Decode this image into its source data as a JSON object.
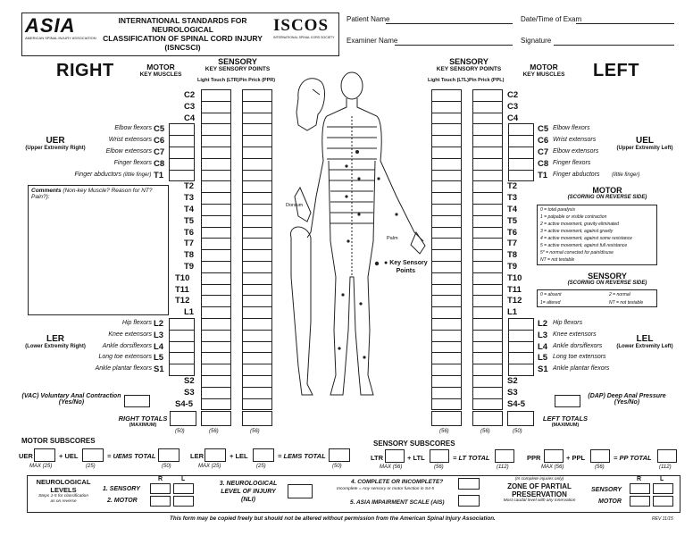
{
  "header": {
    "org1": "ASIA",
    "org1_sub": "AMERICAN SPINAL INJURY ASSOCIATION",
    "title_line1": "INTERNATIONAL STANDARDS FOR NEUROLOGICAL",
    "title_line2": "CLASSIFICATION OF SPINAL CORD INJURY",
    "title_line3": "(ISNCSCI)",
    "org2": "ISCOS",
    "org2_sub": "INTERNATIONAL SPINAL CORD SOCIETY",
    "patient_name": "Patient Name",
    "date_time": "Date/Time of Exam",
    "examiner_name": "Examiner Name",
    "signature": "Signature"
  },
  "right": {
    "title": "RIGHT",
    "motor": "MOTOR",
    "key_muscles": "KEY MUSCLES",
    "sensory": "SENSORY",
    "key_sensory_points": "KEY SENSORY POINTS",
    "lt": "Light Touch (LTR)",
    "pp": "Pin Prick (PPR)",
    "uer": "UER",
    "uer_sub": "(Upper Extremity Right)",
    "ler": "LER",
    "ler_sub": "(Lower Extremity Right)"
  },
  "left": {
    "title": "LEFT",
    "motor": "MOTOR",
    "key_muscles": "KEY MUSCLES",
    "sensory": "SENSORY",
    "key_sensory_points": "KEY SENSORY POINTS",
    "lt": "Light Touch (LTL)",
    "pp": "Pin Prick (PPL)",
    "uel": "UEL",
    "uel_sub": "(Upper Extremity Left)",
    "lel": "LEL",
    "lel_sub": "(Lower Extremity Left)"
  },
  "segments": [
    "C2",
    "C3",
    "C4",
    "C5",
    "C6",
    "C7",
    "C8",
    "T1",
    "T2",
    "T3",
    "T4",
    "T5",
    "T6",
    "T7",
    "T8",
    "T9",
    "T10",
    "T11",
    "T12",
    "L1",
    "L2",
    "L3",
    "L4",
    "L5",
    "S1",
    "S2",
    "S3",
    "S4-5"
  ],
  "muscles": {
    "C5": "Elbow flexors",
    "C6": "Wrist extensors",
    "C7": "Elbow extensors",
    "C8": "Finger flexors",
    "T1": "Finger abductors",
    "T1_note": "(little finger)",
    "L2": "Hip flexors",
    "L3": "Knee extensors",
    "L4": "Ankle dorsiflexors",
    "L5": "Long toe extensors",
    "S1": "Ankle plantar flexors"
  },
  "comments": {
    "label": "Comments",
    "note": "(Non-key Muscle? Reason for NT? Pain?):"
  },
  "body_labels": {
    "dorsum": "Dorsum",
    "palm": "Palm",
    "key_points_line1": "Key Sensory",
    "key_points_line2": "Points"
  },
  "motor_scoring": {
    "title": "MOTOR",
    "subtitle": "(SCORING ON REVERSE SIDE)",
    "lines": [
      "0 = total paralysis",
      "1 = palpable or visible contraction",
      "2 = active movement, gravity eliminated",
      "3 = active movement, against gravity",
      "4 = active movement, against some resistance",
      "5 = active movement, against full resistance",
      "5* = normal corrected for pain/disuse",
      "NT = not testable"
    ]
  },
  "sensory_scoring": {
    "title": "SENSORY",
    "subtitle": "(SCORING ON REVERSE SIDE)",
    "a": "0 = absent",
    "b": "2 = normal",
    "c": "1= altered",
    "d": "NT = not testable"
  },
  "vac": {
    "label": "(VAC) Voluntary Anal Contraction",
    "yn": "(Yes/No)"
  },
  "dap": {
    "label": "(DAP) Deep Anal Pressure",
    "yn": "(Yes/No)"
  },
  "totals": {
    "right_label": "RIGHT TOTALS",
    "left_label": "LEFT TOTALS",
    "max": "(MAXIMUM)",
    "r_motor_max": "(50)",
    "r_lt_max": "(56)",
    "r_pp_max": "(56)",
    "l_lt_max": "(56)",
    "l_pp_max": "(56)",
    "l_motor_max": "(50)"
  },
  "motor_subscores": {
    "title": "MOTOR SUBSCORES",
    "uer": "UER",
    "plus_uel": "+ UEL",
    "uems": "= UEMS TOTAL",
    "ler": "LER",
    "plus_lel": "+ LEL",
    "lems": "= LEMS TOTAL",
    "max_label": "MAX (25)",
    "m25": "(25)",
    "m50": "(50)"
  },
  "sensory_subscores": {
    "title": "SENSORY SUBSCORES",
    "ltr": "LTR",
    "plus_ltl": "+ LTL",
    "lt_total": "= LT TOTAL",
    "ppr": "PPR",
    "plus_ppl": "+ PPL",
    "pp_total": "= PP TOTAL",
    "max_label": "MAX (56)",
    "m56": "(56)",
    "m112": "(112)"
  },
  "footer": {
    "nl_title1": "NEUROLOGICAL",
    "nl_title2": "LEVELS",
    "nl_note1": "Steps 1-5 for classification",
    "nl_note2": "as on reverse",
    "r": "R",
    "l": "L",
    "sensory": "1. SENSORY",
    "motor": "2. MOTOR",
    "nli1": "3. NEUROLOGICAL",
    "nli2": "LEVEL OF INJURY",
    "nli3": "(NLI)",
    "complete": "4. COMPLETE OR INCOMPLETE?",
    "complete_note": "Incomplete = Any sensory or motor function in S4-5",
    "ais": "5. ASIA IMPAIRMENT SCALE (AIS)",
    "zpp_note": "(In complete injuries only)",
    "zpp1": "ZONE OF PARTIAL",
    "zpp2": "PRESERVATION",
    "zpp_note2": "Most caudal level with any innervation",
    "zs": "SENSORY",
    "zm": "MOTOR",
    "copyright": "This form may be copied freely but should not be altered without permission from the American Spinal Injury Association.",
    "rev": "REV 11/15"
  }
}
